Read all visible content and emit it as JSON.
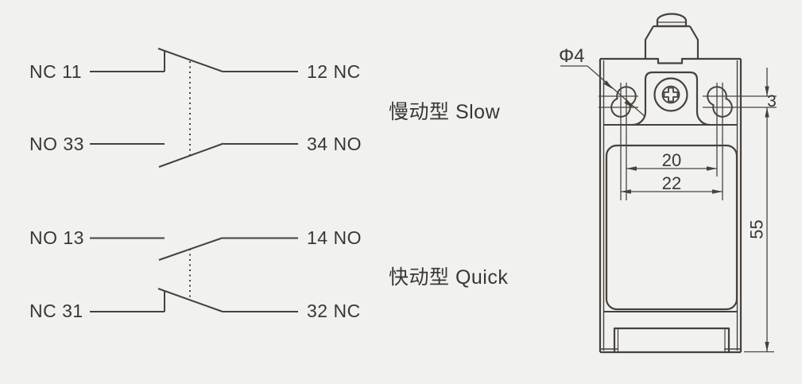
{
  "canvas": {
    "background_color": "#f1f1ef",
    "line_color": "#46413b",
    "text_color": "#3a3733"
  },
  "circuit_diagram": {
    "slow_group": {
      "type_label": "慢动型 Slow",
      "row1": {
        "left_label": "NC 11",
        "right_label": "12 NC"
      },
      "row2": {
        "left_label": "NO 33",
        "right_label": "34 NO"
      }
    },
    "quick_group": {
      "type_label": "快动型 Quick",
      "row1": {
        "left_label": "NO 13",
        "right_label": "14 NO"
      },
      "row2": {
        "left_label": "NC 31",
        "right_label": "32 NC"
      }
    }
  },
  "mechanical_drawing": {
    "dim_hole_diameter": "Φ4",
    "dim_hole_vertical_offset": "3",
    "dim_hole_spacing_top": "20",
    "dim_hole_spacing_bottom": "22",
    "dim_overall_height": "55"
  }
}
